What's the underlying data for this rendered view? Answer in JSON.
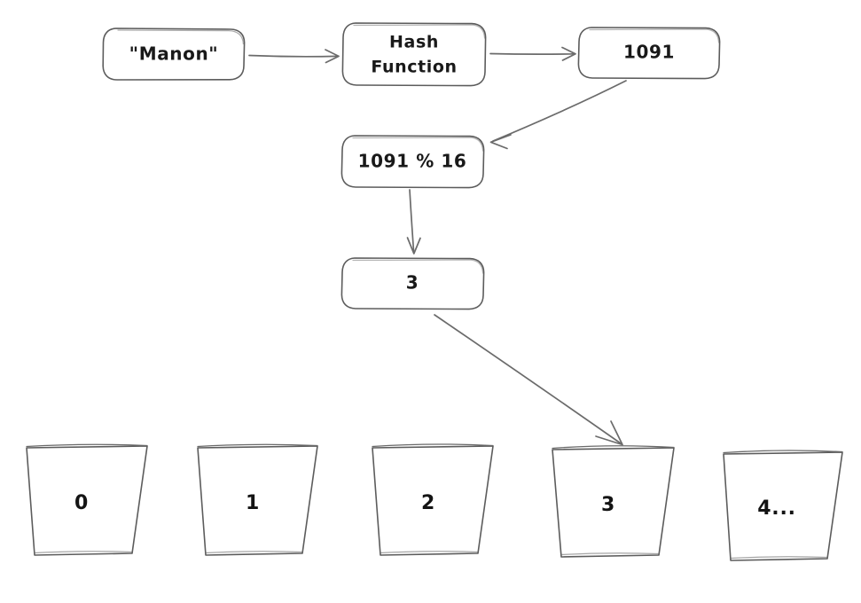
{
  "diagram": {
    "title": "Hash Function to Bucket Index Diagram",
    "background_color": "#ffffff",
    "stroke_color": "#5c5c5c",
    "arrow_color": "#6b6b6b",
    "text_color": "#191919",
    "style": "hand-drawn"
  },
  "nodes": {
    "input_key": {
      "label": "\"Manon\""
    },
    "hash_function_line1": {
      "label": "Hash"
    },
    "hash_function_line2": {
      "label": "Function"
    },
    "hash_value": {
      "label": "1091"
    },
    "modulo_expression": {
      "label": "1091 % 16"
    },
    "bucket_index": {
      "label": "3"
    }
  },
  "buckets": [
    {
      "label": "0"
    },
    {
      "label": "1"
    },
    {
      "label": "2"
    },
    {
      "label": "3"
    },
    {
      "label": "4..."
    }
  ],
  "arrows": [
    {
      "name": "key-to-hash-function"
    },
    {
      "name": "hash-function-to-hash-value"
    },
    {
      "name": "hash-value-to-modulo"
    },
    {
      "name": "modulo-to-index"
    },
    {
      "name": "index-to-bucket-3"
    }
  ]
}
